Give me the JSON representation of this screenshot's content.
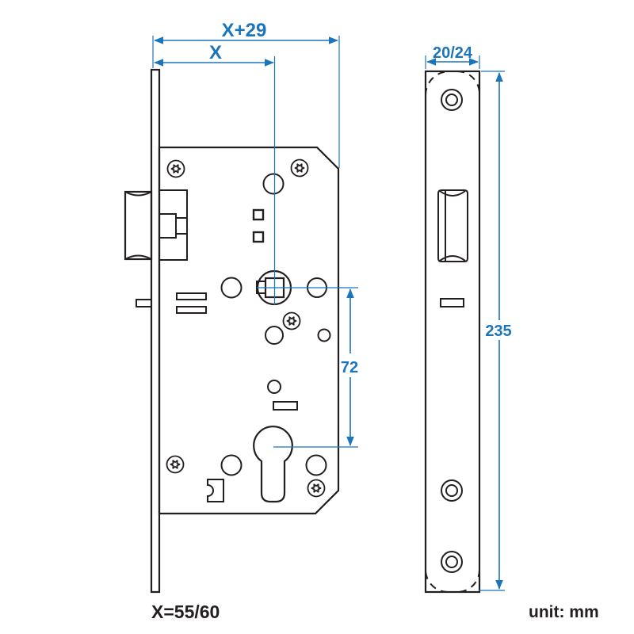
{
  "drawing": {
    "dimensions": {
      "total_width": "X+29",
      "backset": "X",
      "faceplate_width": "20/24",
      "faceplate_height": "235",
      "center_distance": "72"
    },
    "notes": {
      "x_value": "X=55/60",
      "unit": "unit: mm"
    },
    "colors": {
      "outline": "#231f20",
      "dimension": "#1b75bc",
      "background": "#ffffff"
    }
  }
}
